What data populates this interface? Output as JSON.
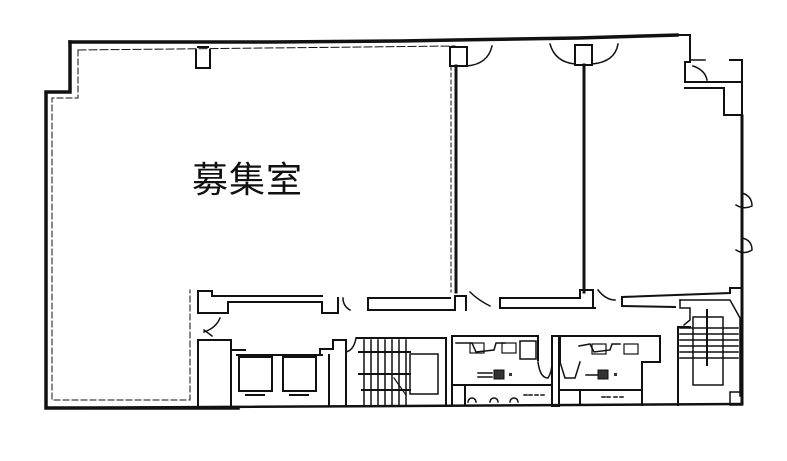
{
  "floor_plan": {
    "room_label": "募集室",
    "colors": {
      "line": "#111111",
      "fill": "#ffffff",
      "fixture_fill": "#333333"
    },
    "spaces": [
      {
        "id": "vacant-room",
        "label": "募集室"
      },
      {
        "id": "office-middle"
      },
      {
        "id": "office-right"
      },
      {
        "id": "corridor"
      },
      {
        "id": "elevator-1"
      },
      {
        "id": "elevator-2"
      },
      {
        "id": "stairs-center"
      },
      {
        "id": "restroom-men"
      },
      {
        "id": "restroom-women"
      },
      {
        "id": "stairs-right"
      }
    ]
  }
}
